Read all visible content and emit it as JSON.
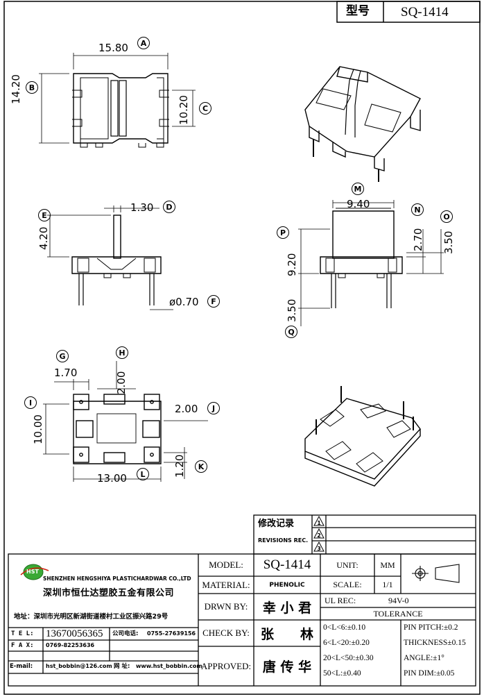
{
  "header": {
    "model_label": "型号",
    "model_value": "SQ-1414"
  },
  "top_view": {
    "dim_a": "15.80",
    "dim_b": "14.20",
    "dim_c": "10.20"
  },
  "side_view_left": {
    "dim_d": "1.30",
    "dim_e": "4.20",
    "dim_f": "ø0.70"
  },
  "side_view_right": {
    "dim_m": "9.40",
    "dim_n": "2.70",
    "dim_o": "3.50",
    "dim_p": "9.20",
    "dim_q": "3.50"
  },
  "bottom_view": {
    "dim_g": "1.70",
    "dim_h": "2.00",
    "dim_i": "10.00",
    "dim_j": "2.00",
    "dim_k": "1.20",
    "dim_l": "13.00"
  },
  "markers": [
    "A",
    "B",
    "C",
    "D",
    "E",
    "F",
    "G",
    "H",
    "I",
    "J",
    "K",
    "L",
    "M",
    "N",
    "O",
    "P",
    "Q"
  ],
  "revisions": {
    "title_cn": "修改记录",
    "title_en": "REVISIONS REC.",
    "rows": [
      "1",
      "2",
      "3"
    ]
  },
  "company": {
    "logo": "HST",
    "name_en": "SHENZHEN HENGSHIYA PLASTICHARDWAR CO.,LTD",
    "name_cn": "深圳市恒仕达塑胶五金有限公司",
    "address": "地址：深圳市光明区新湖街道楼村工业区振兴路29号",
    "tel_label": "T E L:",
    "tel_value": "13670056365",
    "phone_label": "公司电话:",
    "phone_value": "0755-27639156",
    "fax_label": "F A X:",
    "fax_value": "0769-82253636",
    "email_label": "E-mail:",
    "email_value": "hst_bobbin@126.com",
    "web_label": "网 址:",
    "web_value": "www.hst_bobbin.com"
  },
  "title_block": {
    "model_label": "MODEL:",
    "model_value": "SQ-1414",
    "material_label": "MATERIAL:",
    "material_value": "PHENOLIC",
    "drawn_label": "DRWN BY:",
    "drawn_value": "幸 小 君",
    "check_label": "CHECK BY:",
    "check_value": "张　　林",
    "approved_label": "APPROVED:",
    "approved_value": "唐 传 华",
    "unit_label": "UNIT:",
    "unit_value": "MM",
    "scale_label": "SCALE:",
    "scale_value": "1/1",
    "ul_label": "UL REC:",
    "ul_value": "94V-0",
    "tolerance_label": "TOLERANCE",
    "tol_1": "0<L<6:±0.10",
    "tol_2": "6<L<20:±0.20",
    "tol_3": "20<L<50:±0.30",
    "tol_4": "50<L:±0.40",
    "pitch": "PIN PITCH:±0.2",
    "thickness": "THICKNESS±0.15",
    "angle": "ANGLE:±1°",
    "pin_dim": "PIN DIM:±0.05"
  }
}
